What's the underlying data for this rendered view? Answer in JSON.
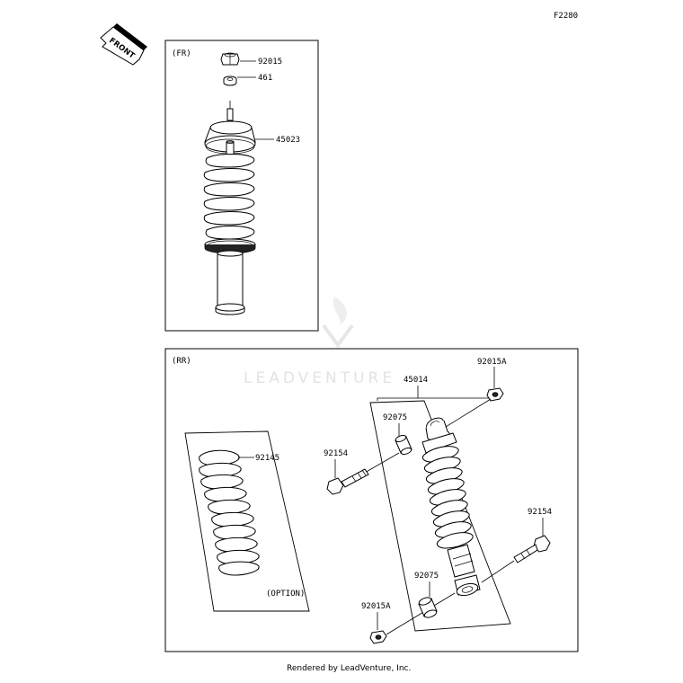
{
  "page_id": "F2280",
  "front_arrow_text": "FRONT",
  "front_section": {
    "label": "(FR)",
    "parts": [
      "92015",
      "461",
      "45023"
    ]
  },
  "rear_section": {
    "label": "(RR)",
    "parts": {
      "shock_assembly": "45014",
      "nut_top": "92015A",
      "bushing_top": "92075",
      "bolt_left": "92154",
      "spring": "92145",
      "bolt_right": "92154",
      "bushing_bottom": "92075",
      "nut_bottom": "92015A"
    },
    "option_label": "(OPTION)"
  },
  "watermark": "LEADVENTURE",
  "footer": "Rendered by LeadVenture, Inc."
}
